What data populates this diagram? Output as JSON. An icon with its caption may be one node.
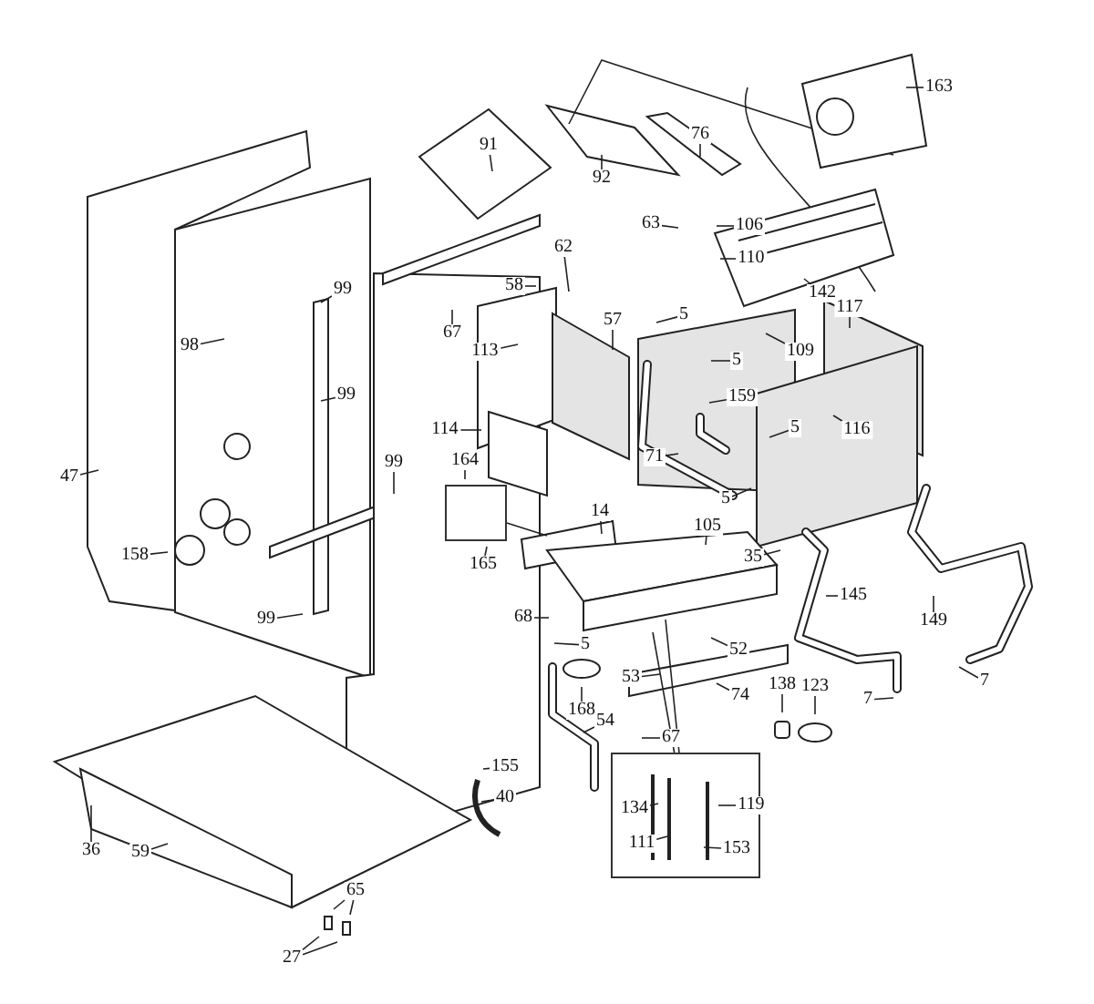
{
  "diagram": {
    "nodes": [
      {
        "text": [
          "91"
        ]
      },
      {
        "text": [
          "92"
        ]
      },
      {
        "text": [
          "76"
        ]
      },
      {
        "text": [
          "163"
        ]
      },
      {
        "text": [
          "63"
        ]
      },
      {
        "text": [
          "106"
        ]
      },
      {
        "text": [
          "110"
        ]
      },
      {
        "text": [
          "62"
        ]
      },
      {
        "text": [
          "142"
        ]
      },
      {
        "text": [
          "58"
        ]
      },
      {
        "text": [
          "67"
        ]
      },
      {
        "text": [
          "113"
        ]
      },
      {
        "text": [
          "57"
        ]
      },
      {
        "text": [
          "5"
        ]
      },
      {
        "text": [
          "117"
        ]
      },
      {
        "text": [
          "109"
        ]
      },
      {
        "text": [
          "5"
        ]
      },
      {
        "text": [
          "98"
        ]
      },
      {
        "text": [
          "99"
        ]
      },
      {
        "text": [
          "99"
        ]
      },
      {
        "text": [
          "159"
        ]
      },
      {
        "text": [
          "114"
        ]
      },
      {
        "text": [
          "5"
        ]
      },
      {
        "text": [
          "116"
        ]
      },
      {
        "text": [
          "71"
        ]
      },
      {
        "text": [
          "47"
        ]
      },
      {
        "text": [
          "99"
        ]
      },
      {
        "text": [
          "164"
        ]
      },
      {
        "text": [],
        "shape": "box"
      },
      {
        "text": [
          "5"
        ]
      },
      {
        "text": [
          "14"
        ]
      },
      {
        "text": [
          "105"
        ]
      },
      {
        "text": [
          "35"
        ]
      },
      {
        "text": [
          "165"
        ]
      },
      {
        "text": [
          "158"
        ]
      },
      {
        "text": [
          "145"
        ]
      },
      {
        "text": [
          "149"
        ]
      },
      {
        "text": [
          "99"
        ]
      },
      {
        "text": [
          "68"
        ]
      },
      {
        "text": [
          "5"
        ]
      },
      {
        "text": [
          "52"
        ]
      },
      {
        "text": [
          "53"
        ]
      },
      {
        "text": [
          "7"
        ]
      },
      {
        "text": [
          "168"
        ]
      },
      {
        "text": [
          "74"
        ]
      },
      {
        "text": [
          "138"
        ]
      },
      {
        "text": [
          "123"
        ]
      },
      {
        "text": [
          "7"
        ]
      },
      {
        "text": [
          "54"
        ]
      },
      {
        "text": [
          "67"
        ]
      },
      {
        "text": [],
        "shape": "box"
      },
      {
        "text": [
          "134"
        ],
        "in": 50
      },
      {
        "text": [
          "119"
        ],
        "in": 50
      },
      {
        "text": [
          "111"
        ],
        "in": 50
      },
      {
        "text": [
          "153"
        ],
        "in": 50
      },
      {
        "text": [
          "155"
        ]
      },
      {
        "text": [
          "40"
        ]
      },
      {
        "text": [
          "36"
        ]
      },
      {
        "text": [
          "59"
        ]
      },
      {
        "text": [
          "65"
        ]
      },
      {
        "text": [
          "27"
        ]
      }
    ],
    "edges": [
      {
        "from": 0,
        "to": null,
        "arrow": "none"
      },
      {
        "from": 1,
        "to": null,
        "arrow": "none"
      },
      {
        "from": 2,
        "to": null,
        "arrow": "none"
      },
      {
        "from": 3,
        "to": null,
        "arrow": "none"
      },
      {
        "from": 4,
        "to": null,
        "arrow": "none"
      },
      {
        "from": 5,
        "to": null,
        "arrow": "none"
      },
      {
        "from": 6,
        "to": null,
        "arrow": "none"
      },
      {
        "from": 7,
        "to": null,
        "arrow": "none"
      },
      {
        "from": 8,
        "to": null,
        "arrow": "none"
      },
      {
        "from": 9,
        "to": null,
        "arrow": "none"
      },
      {
        "from": 10,
        "to": null,
        "arrow": "none"
      },
      {
        "from": 11,
        "to": null,
        "arrow": "none"
      },
      {
        "from": 12,
        "to": null,
        "arrow": "none"
      },
      {
        "from": 13,
        "to": null,
        "arrow": "none"
      },
      {
        "from": 14,
        "to": null,
        "arrow": "none"
      },
      {
        "from": 15,
        "to": null,
        "arrow": "none"
      },
      {
        "from": 16,
        "to": null,
        "arrow": "none"
      },
      {
        "from": 17,
        "to": null,
        "arrow": "none"
      },
      {
        "from": 18,
        "to": null,
        "arrow": "none"
      },
      {
        "from": 19,
        "to": null,
        "arrow": "none"
      },
      {
        "from": 20,
        "to": null,
        "arrow": "none"
      },
      {
        "from": 21,
        "to": null,
        "arrow": "none"
      },
      {
        "from": 22,
        "to": null,
        "arrow": "none"
      },
      {
        "from": 23,
        "to": null,
        "arrow": "none"
      },
      {
        "from": 24,
        "to": null,
        "arrow": "none"
      },
      {
        "from": 25,
        "to": null,
        "arrow": "none"
      },
      {
        "from": 26,
        "to": null,
        "arrow": "none"
      },
      {
        "from": 27,
        "to": null,
        "arrow": "none"
      },
      {
        "from": 28,
        "to": null,
        "arrow": "none"
      },
      {
        "from": 29,
        "to": null,
        "arrow": "none"
      },
      {
        "from": 30,
        "to": null,
        "arrow": "none"
      },
      {
        "from": 31,
        "to": null,
        "arrow": "none"
      },
      {
        "from": 32,
        "to": null,
        "arrow": "none"
      },
      {
        "from": 33,
        "to": null,
        "arrow": "none"
      },
      {
        "from": 34,
        "to": null,
        "arrow": "none"
      },
      {
        "from": 35,
        "to": null,
        "arrow": "none"
      },
      {
        "from": 36,
        "to": null,
        "arrow": "none"
      },
      {
        "from": 37,
        "to": null,
        "arrow": "none"
      },
      {
        "from": 38,
        "to": null,
        "arrow": "none"
      },
      {
        "from": 39,
        "to": null,
        "arrow": "none"
      },
      {
        "from": 40,
        "to": null,
        "arrow": "none"
      },
      {
        "from": 41,
        "to": null,
        "arrow": "none"
      },
      {
        "from": 42,
        "to": null,
        "arrow": "none"
      },
      {
        "from": 43,
        "to": null,
        "arrow": "none"
      },
      {
        "from": 44,
        "to": null,
        "arrow": "none"
      },
      {
        "from": 45,
        "to": null,
        "arrow": "none"
      },
      {
        "from": 46,
        "to": null,
        "arrow": "none"
      },
      {
        "from": 47,
        "to": null,
        "arrow": "none"
      },
      {
        "from": 48,
        "to": null,
        "arrow": "none"
      },
      {
        "from": 49,
        "to": null,
        "arrow": "none"
      },
      {
        "from": 50,
        "to": null,
        "arrow": "none"
      },
      {
        "from": 50,
        "to": null,
        "arrow": "none"
      },
      {
        "from": 51,
        "to": null,
        "arrow": "none"
      },
      {
        "from": 52,
        "to": null,
        "arrow": "none"
      },
      {
        "from": 53,
        "to": null,
        "arrow": "none"
      },
      {
        "from": 54,
        "to": null,
        "arrow": "none"
      },
      {
        "from": 55,
        "to": null,
        "arrow": "none"
      },
      {
        "from": 56,
        "to": null,
        "arrow": "none"
      },
      {
        "from": 57,
        "to": null,
        "arrow": "none"
      },
      {
        "from": 58,
        "to": null,
        "arrow": "none"
      },
      {
        "from": 59,
        "to": null,
        "arrow": "none"
      },
      {
        "from": 59,
        "to": null,
        "arrow": "none"
      },
      {
        "from": 60,
        "to": null,
        "arrow": "none"
      },
      {
        "from": 60,
        "to": null,
        "arrow": "none"
      }
    ]
  }
}
